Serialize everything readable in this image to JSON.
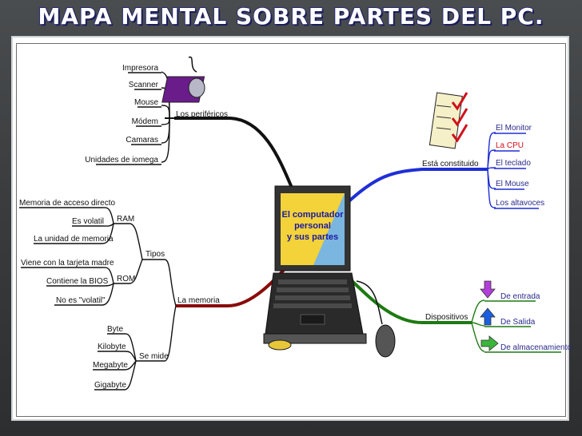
{
  "title": "MAPA MENTAL SOBRE PARTES DEL PC.",
  "center": {
    "line1": "El computador",
    "line2": "personal",
    "line3": "y sus partes"
  },
  "perifericos": {
    "label": "Los periféricos",
    "items": [
      "Impresora",
      "Scanner",
      "Mouse",
      "Módem",
      "Camaras",
      "Unidades de iomega"
    ]
  },
  "constituido": {
    "label": "Está constituido",
    "items": [
      "El Monitor",
      "La CPU",
      "El teclado",
      "El Mouse",
      "Los altavoces"
    ]
  },
  "memoria": {
    "label": "La memoria",
    "tipos": {
      "label": "Tipos",
      "ram": {
        "label": "RAM",
        "items": [
          "Memoria de acceso directo",
          "Es volatil",
          "La unidad de memoria"
        ]
      },
      "rom": {
        "label": "ROM",
        "items": [
          "Viene con la tarjeta madre",
          "Contiene la BIOS",
          "No es \"volatil\""
        ]
      }
    },
    "semide": {
      "label": "Se mide",
      "items": [
        "Byte",
        "Kilobyte",
        "Megabyte",
        "Gigabyte"
      ]
    }
  },
  "dispositivos": {
    "label": "Dispositivos",
    "items": [
      "De entrada",
      "De Salida",
      "De almacenamiento"
    ]
  },
  "colors": {
    "black_branch": "#111111",
    "blue_branch": "#1f2fd6",
    "red_branch": "#8a0a0a",
    "green_branch": "#1e7a12",
    "title_stroke": "#2a2d7a"
  }
}
